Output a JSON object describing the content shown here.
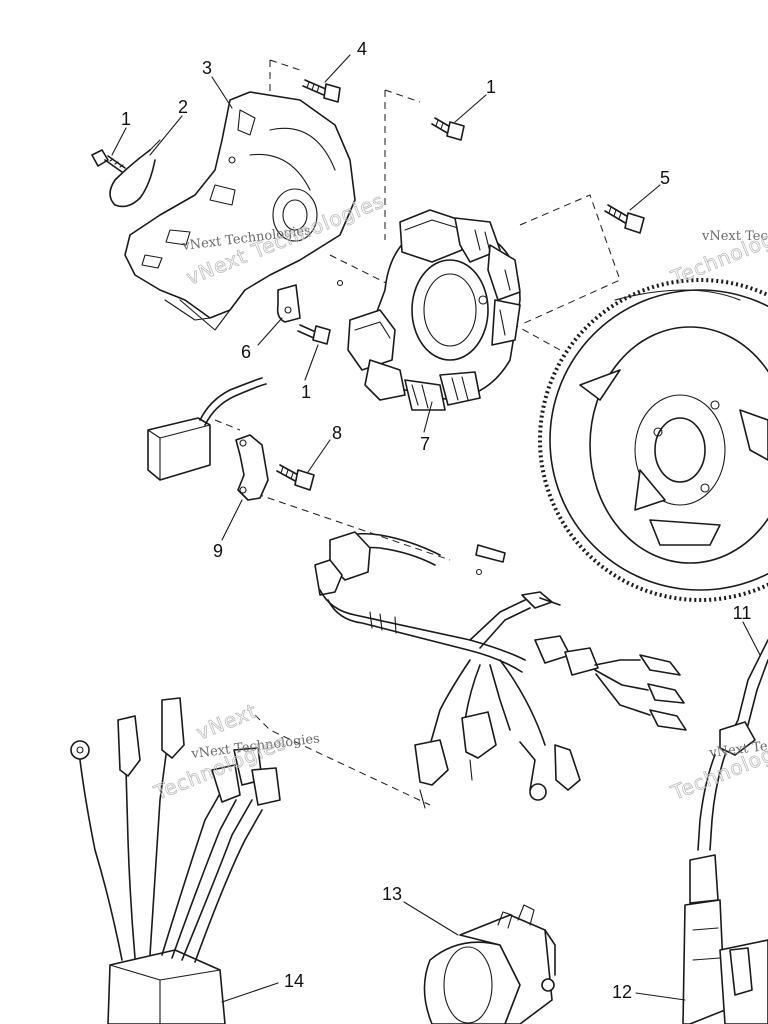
{
  "diagram": {
    "callouts": [
      {
        "id": "c1a",
        "text": "1"
      },
      {
        "id": "c2",
        "text": "2"
      },
      {
        "id": "c3",
        "text": "3"
      },
      {
        "id": "c4",
        "text": "4"
      },
      {
        "id": "c1b",
        "text": "1"
      },
      {
        "id": "c5",
        "text": "5"
      },
      {
        "id": "c6",
        "text": "6"
      },
      {
        "id": "c1c",
        "text": "1"
      },
      {
        "id": "c7",
        "text": "7"
      },
      {
        "id": "c8",
        "text": "8"
      },
      {
        "id": "c9",
        "text": "9"
      },
      {
        "id": "c11",
        "text": "11"
      },
      {
        "id": "c13",
        "text": "13"
      },
      {
        "id": "c14",
        "text": "14"
      },
      {
        "id": "c12",
        "text": "12"
      }
    ],
    "watermarks": [
      {
        "id": "wm1",
        "text": "vNext Technologies"
      },
      {
        "id": "wm2",
        "text": "vNext Technologies"
      },
      {
        "id": "wm3",
        "text": "vNext Technologies"
      },
      {
        "id": "wm4",
        "text": "vNext Technologies"
      }
    ]
  }
}
